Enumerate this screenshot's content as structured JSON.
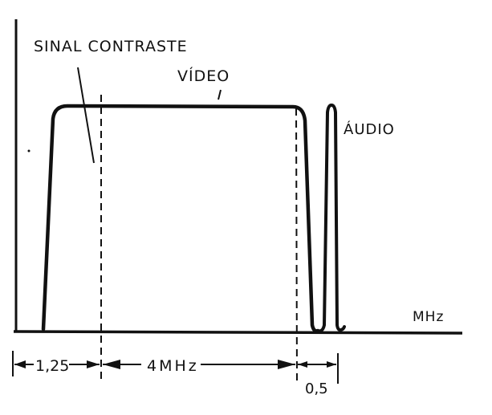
{
  "diagram": {
    "type": "spectrum",
    "labels": {
      "contrast_signal": "SINAL CONTRASTE",
      "video": "VÍDEO",
      "audio": "ÁUDIO",
      "axis_unit": "MHz"
    },
    "dimensions": {
      "vestigial": "1,25",
      "video_band": "4MHz",
      "audio_gap": "0,5"
    },
    "colors": {
      "ink": "#111111",
      "background": "#ffffff"
    }
  }
}
